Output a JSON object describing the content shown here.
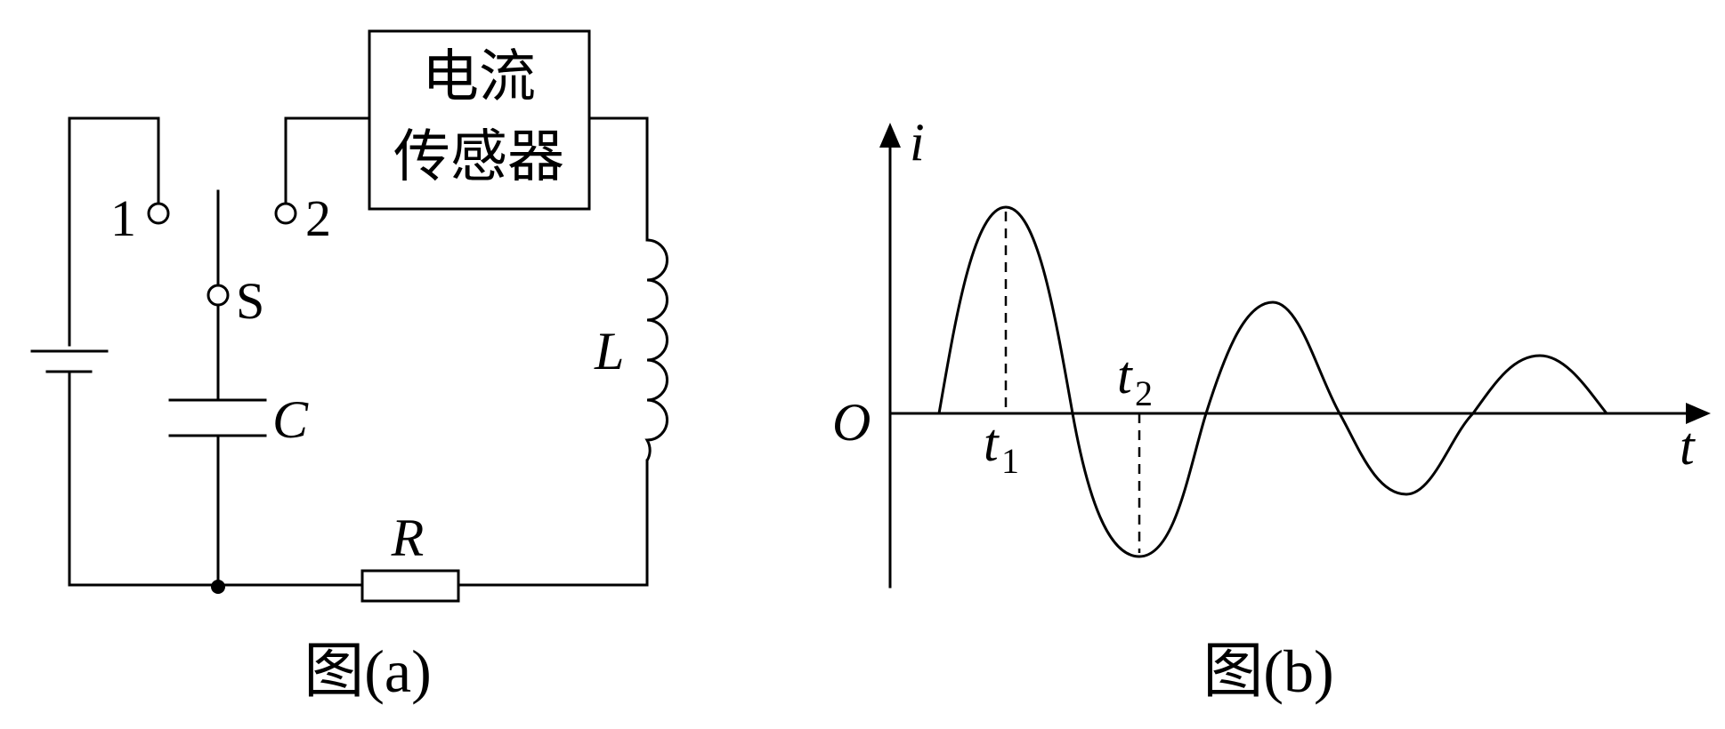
{
  "figure_a": {
    "caption": "图(a)",
    "sensor_label_line1": "电流",
    "sensor_label_line2": "传感器",
    "terminal_1": "1",
    "terminal_2": "2",
    "switch_label": "S",
    "capacitor_label": "C",
    "inductor_label": "L",
    "resistor_label": "R"
  },
  "figure_b": {
    "caption": "图(b)",
    "y_axis_label": "i",
    "x_axis_label": "t",
    "origin_label": "O",
    "marker_t1": "t",
    "marker_t1_sub": "1",
    "marker_t2": "t",
    "marker_t2_sub": "2"
  },
  "colors": {
    "ink": "#000000",
    "background": "#ffffff"
  }
}
